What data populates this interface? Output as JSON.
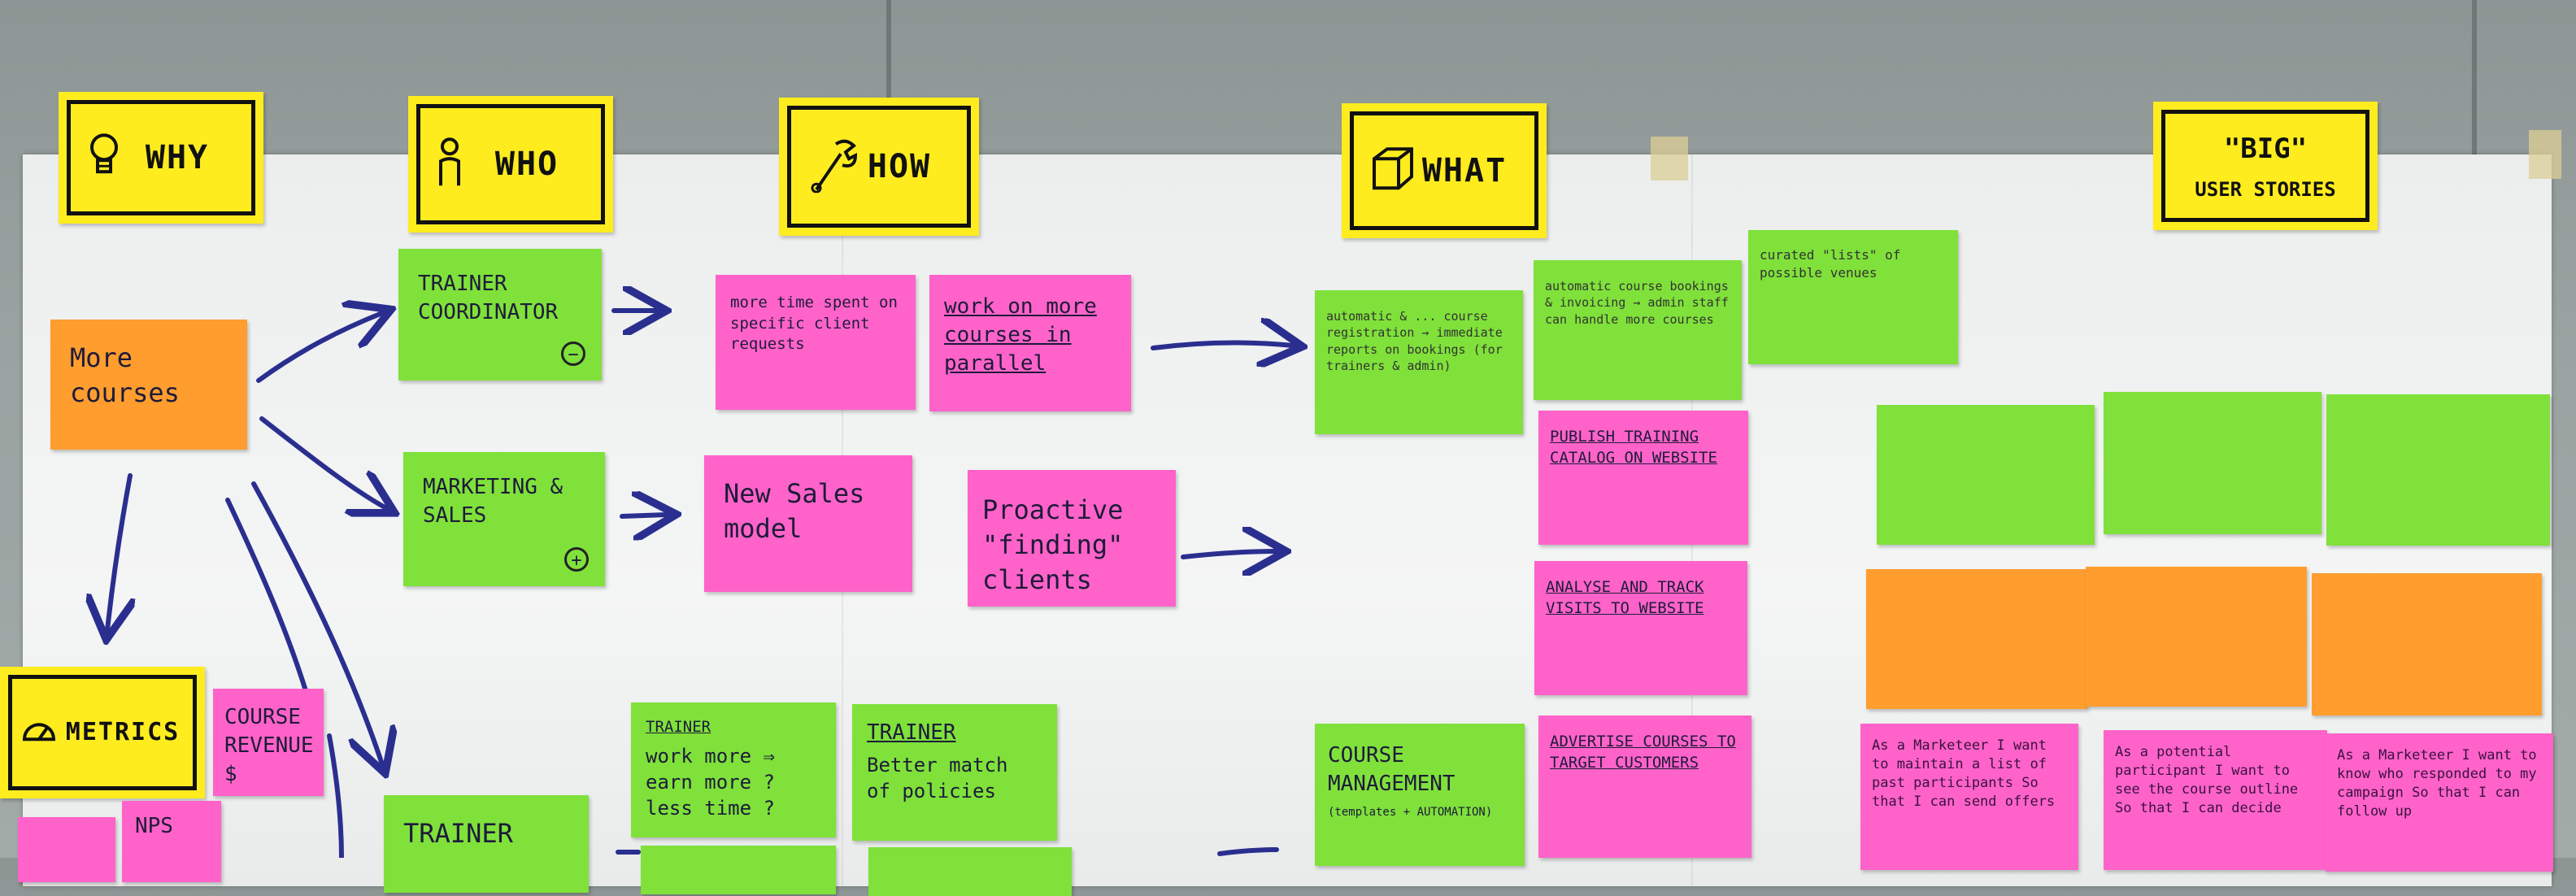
{
  "headers": {
    "why": "WHY",
    "who": "WHO",
    "how": "HOW",
    "what": "WHAT",
    "big_line1": "\"BIG\"",
    "big_line2": "USER STORIES",
    "metrics": "METRICS"
  },
  "icons": {
    "why": "lightbulb-icon",
    "who": "person-icon",
    "how": "wrench-icon",
    "what": "cube-icon",
    "metrics": "gauge-icon"
  },
  "notes": {
    "more_courses": "More courses",
    "trainer_coordinator": "TRAINER COORDINATOR",
    "trainer_coordinator_badge": "−",
    "marketing_sales": "MARKETING & SALES",
    "marketing_sales_badge": "+",
    "trainer_bottom": "TRAINER",
    "course_revenue": "COURSE REVENUE $",
    "nps": "NPS",
    "how_more_time": "more time spent on specific client requests",
    "how_parallel": "work on more courses in parallel",
    "how_new_sales": "New Sales model",
    "how_proactive": "Proactive \"finding\" clients",
    "trainer_work_more": "TRAINER",
    "trainer_work_more_body": "work more ⇒ earn more ? less time ?",
    "trainer_better_match": "TRAINER",
    "trainer_better_match_body": "Better match of policies",
    "what_auto_registration": "automatic & ... course registration → immediate reports on bookings (for trainers & admin)",
    "what_auto_invoicing": "automatic course bookings & invoicing → admin staff can handle more courses",
    "what_curated_lists": "curated \"lists\" of possible venues",
    "publish_catalog": "PUBLISH TRAINING CATALOG ON WEBSITE",
    "analyse_visits": "ANALYSE AND TRACK VISITS TO WEBSITE",
    "course_management": "COURSE MANAGEMENT",
    "course_management_sub": "(templates + AUTOMATION)",
    "advertise_courses": "ADVERTISE COURSES TO TARGET CUSTOMERS",
    "as_marketeer_1": "As a Marketeer I want to maintain a list of past participants So that I can send offers",
    "as_potential_participant": "As a potential participant I want to see the course outline So that I can decide",
    "as_marketeer_2": "As a Marketeer I want to know who responded to my campaign So that I can follow up"
  },
  "colors": {
    "yellow": "#ffec1f",
    "green": "#7fe13a",
    "pink": "#ff63c9",
    "orange": "#ff9d2e",
    "arrow": "#2a2f8f"
  }
}
